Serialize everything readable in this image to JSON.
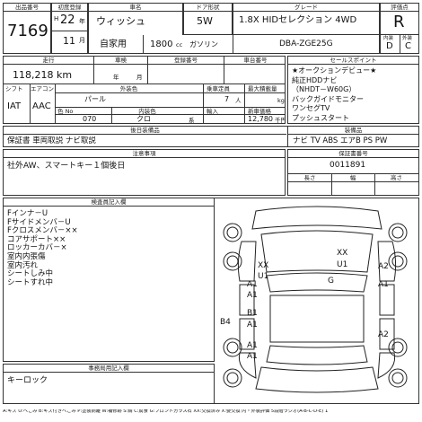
{
  "header_labels": {
    "lot_no": "出品番号",
    "first_reg": "初度登録",
    "model_name": "車名",
    "doors": "ドア形状",
    "grade": "グレード",
    "rating": "評価点"
  },
  "header_values": {
    "lot_no": "7169",
    "era": "H",
    "year": "22",
    "year_unit": "年",
    "month": "11",
    "month_unit": "月",
    "model_name": "ウィッシュ",
    "doors": "5W",
    "grade": "1.8X HIDセレクション 4WD",
    "use_type": "自家用",
    "displacement": "1800",
    "cc_unit": "cc",
    "fuel": "ガソリン",
    "model_type": "DBA-ZGE25G",
    "rating": "R",
    "interior_label": "内装",
    "exterior_label": "外装",
    "interior": "D",
    "exterior": "C"
  },
  "row2_labels": {
    "mileage": "走行",
    "inspection": "車検",
    "registration_no": "登録番号",
    "vin_label": "車台番号",
    "seller_points": "セールスポイント"
  },
  "row2_values": {
    "mileage": "118,218 km",
    "year_unit": "年",
    "month_unit": "月"
  },
  "row3_labels": {
    "shift": "シフト",
    "ac": "エアコン",
    "exterior_color": "外装色",
    "capacity": "乗車定員",
    "max_load": "最大積載量",
    "color_no": "色 No",
    "interior_color": "内装色",
    "import": "輸入",
    "price": "新車価格",
    "persons_unit": "人",
    "kg_unit": "kg",
    "sys_unit": "系",
    "yen_unit": "千円"
  },
  "row3_values": {
    "shift": "IAT",
    "ac": "AAC",
    "exterior_color": "パール",
    "capacity": "7",
    "color_no": "070",
    "interior_color": "クロ",
    "price": "12,780"
  },
  "equipment": {
    "label": "後日装備品",
    "label2": "装備品",
    "value": "保証書 車両取説 ナビ取説",
    "equip_value": "ナビ TV ABS エアB PS PW"
  },
  "sales_points": [
    "★オークションデビュー★",
    "純正HDDナビ",
    "（NHDT－W60G）",
    "バックガイドモニター",
    "ワンセグTV",
    "プッシュスタート"
  ],
  "remarks": {
    "label": "注意事項",
    "value": "社外AW、スマートキー１個後日"
  },
  "ownership": {
    "label": "保証書番号",
    "value": "0011891",
    "len_label": "長さ",
    "width_label": "幅",
    "height_label": "高さ"
  },
  "inspector_report": {
    "label": "検査員記入欄",
    "lines": [
      "Fインナ－U",
      "Fサイドメンバ－U",
      "Fクロスメンバ－××",
      "コアサポート××",
      "ロッカーカバ－×",
      "室内内張傷",
      "室内汚れ",
      "シートしみ中",
      "シートすれ中"
    ]
  },
  "diagram_marks": [
    {
      "text": "XX"
    },
    {
      "text": "XX"
    },
    {
      "text": "U1"
    },
    {
      "text": "U1"
    },
    {
      "text": "A2"
    },
    {
      "text": "A1"
    },
    {
      "text": "G"
    },
    {
      "text": "A1"
    },
    {
      "text": "A1"
    },
    {
      "text": "B1"
    },
    {
      "text": "A1"
    },
    {
      "text": "B4"
    },
    {
      "text": "A1"
    },
    {
      "text": "A2"
    },
    {
      "text": "A1"
    }
  ],
  "office": {
    "label": "事務局用記入欄",
    "value": "キーロック"
  },
  "legend": "A:キズ U:へこみ B:キズ付きへこみ P:塗装剥離 W:補修跡 S:錆 C:腐食 G:フロントガラス石 XX:交換済み X:要交換 内・外装評価 5段階ラジオ(A-B-C-D-E) 1"
}
